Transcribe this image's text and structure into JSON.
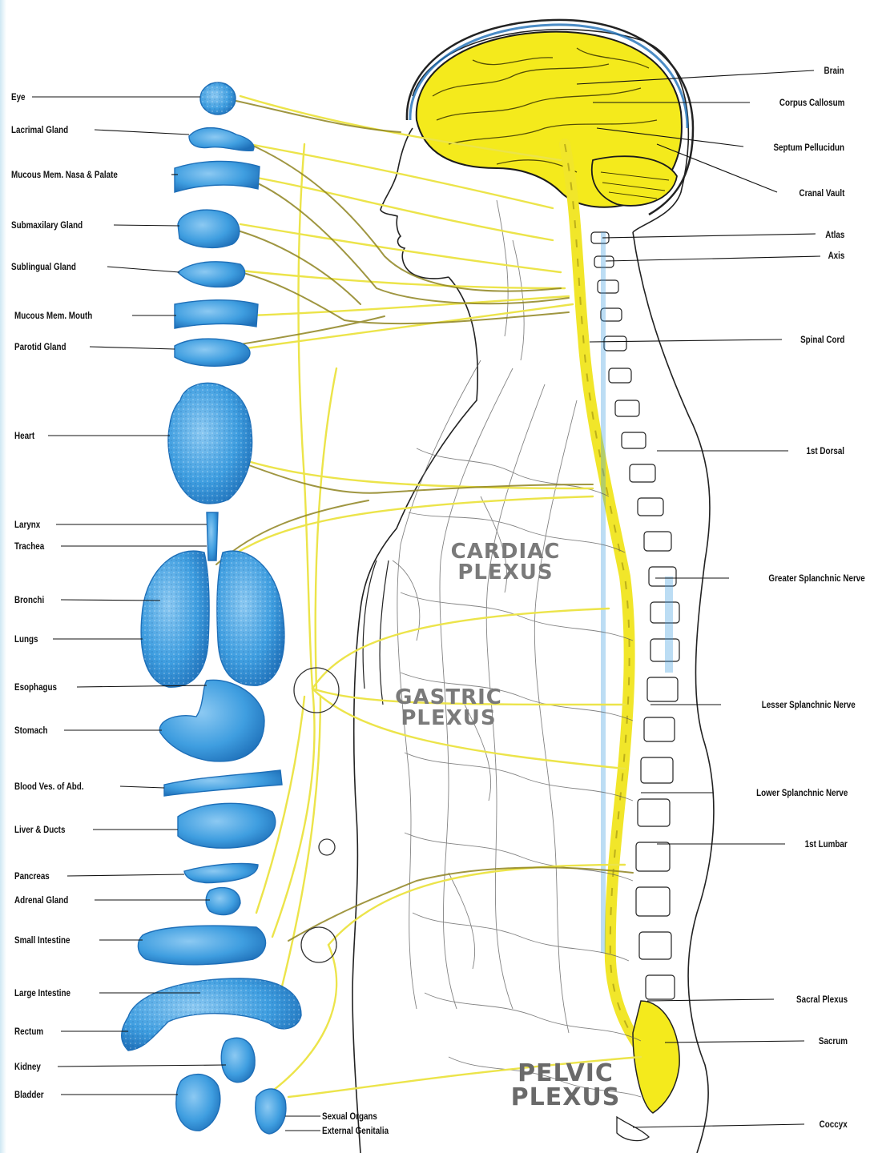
{
  "diagram": {
    "left_labels": {
      "eye": "Eye",
      "lacrimal_gland": "Lacrimal Gland",
      "mucous_nasal": "Mucous Mem. Nasa & Palate",
      "submaxillary_gland": "Submaxilary Gland",
      "sublingual_gland": "Sublingual Gland",
      "mucous_mouth": "Mucous Mem. Mouth",
      "parotid_gland": "Parotid Gland",
      "heart": "Heart",
      "larynx": "Larynx",
      "trachea": "Trachea",
      "bronchi": "Bronchi",
      "lungs": "Lungs",
      "esophagus": "Esophagus",
      "stomach": "Stomach",
      "blood_vessels": "Blood Ves. of Abd.",
      "liver": "Liver & Ducts",
      "pancreas": "Pancreas",
      "adrenal": "Adrenal Gland",
      "small_intestine": "Small Intestine",
      "large_intestine": "Large Intestine",
      "rectum": "Rectum",
      "kidney": "Kidney",
      "bladder": "Bladder",
      "sexual_organs": "Sexual Organs",
      "external_genitalia": "External Genitalia"
    },
    "right_labels": {
      "brain": "Brain",
      "corpus_callosum": "Corpus Callosum",
      "septum": "Septum Pellucidun",
      "cranial_vault": "Cranal Vault",
      "atlas": "Atlas",
      "axis": "Axis",
      "spinal_cord": "Spinal Cord",
      "first_dorsal": "1st Dorsal",
      "greater_splanchnic": "Greater Splanchnic Nerve",
      "lesser_splanchnic": "Lesser Splanchnic Nerve",
      "lower_splanchnic": "Lower Splanchnic Nerve",
      "first_lumbar": "1st Lumbar",
      "sacral_plexus": "Sacral Plexus",
      "sacrum": "Sacrum",
      "coccyx": "Coccyx"
    },
    "plexus": {
      "cardiac_1": "CARDIAC",
      "cardiac_2": "PLEXUS",
      "gastric_1": "GASTRIC",
      "gastric_2": "PLEXUS",
      "pelvic_1": "PELVIC",
      "pelvic_2": "PLEXUS"
    },
    "colors": {
      "nerve": "#e8e24a",
      "nerve_dark": "#9a8f2a",
      "organ": "#3f9ee0",
      "organ_dark": "#1e6fb8",
      "brain": "#f4ea1c",
      "outline": "#222222",
      "plexus_text": "#707070"
    }
  }
}
